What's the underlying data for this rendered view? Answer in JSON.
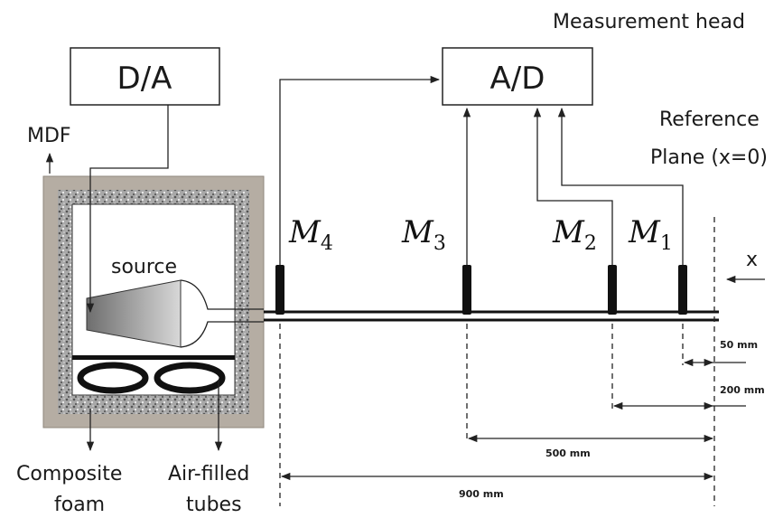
{
  "labels": {
    "measurement_head": "Measurement head",
    "da": "D/A",
    "ad": "A/D",
    "mdf": "MDF",
    "reference_line1": "Reference",
    "reference_line2": "Plane (x=0)",
    "source": "source",
    "x_axis": "x",
    "composite_line1": "Composite",
    "composite_line2": "foam",
    "tubes_line1": "Air-filled",
    "tubes_line2": "tubes"
  },
  "microphones": [
    {
      "letter": "M",
      "sub": "4"
    },
    {
      "letter": "M",
      "sub": "3"
    },
    {
      "letter": "M",
      "sub": "2"
    },
    {
      "letter": "M",
      "sub": "1"
    }
  ],
  "dimensions": [
    "50 mm",
    "200 mm",
    "500 mm",
    "900 mm"
  ],
  "colors": {
    "mdf_frame": "#b5ada3",
    "foam": "#9a9a9a",
    "line": "#222222"
  }
}
